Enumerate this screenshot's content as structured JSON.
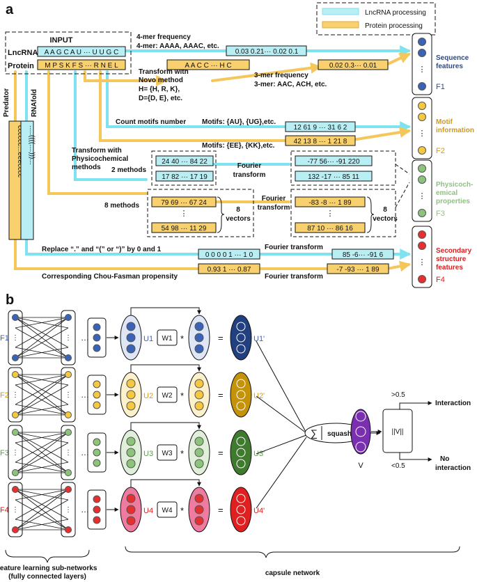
{
  "panel_a": {
    "label": "a",
    "legend": {
      "lnc": "LncRNA processing",
      "prot": "Protein processing"
    },
    "input": {
      "title": "INPUT",
      "lnc_label": "LncRNA",
      "lnc_seq": "A A G C A U ··· U U G C",
      "prot_label": "Protein",
      "prot_seq": "M P S K F S ··· R N E L"
    },
    "side": {
      "predator": "Predator",
      "rnafold": "RNAfold",
      "ss_prot": "cccccc...eeecccc",
      "ss_lnc": ".....((((....)))..."
    },
    "kmer4": {
      "title": "4-mer frequency",
      "examples": "4-mer: AAAA, AAAC, etc.",
      "vec": "0.03 0.21··· 0.02 0.1"
    },
    "novo": {
      "l1": "Transform with",
      "l2": "Novo method",
      "l3": "H= {H, R, K},",
      "l4": "D={D, E}, etc.",
      "vec": "A A C C ··· H C"
    },
    "kmer3": {
      "title": "3-mer frequency",
      "examples": "3-mer: AAC, ACH, etc.",
      "vec": "0.02 0.3··· 0.01"
    },
    "motif": {
      "count": "Count motifs number",
      "lnc_motifs": "Motifs: {AU}, {UG},etc.",
      "prot_motifs": "Motifs: {EE}, {KK},etc.",
      "lnc_vec": "12 61 9 ··· 31 6 2",
      "prot_vec": "42 13 8 ··· 1 21 8"
    },
    "physchem": {
      "l1": "Transform with",
      "l2": "Physicochemical",
      "l3": "methods",
      "lnc_count": "2 methods",
      "prot_count": "8 methods",
      "vectors": "8",
      "vectors_word": "vectors",
      "fourier": "Fourier",
      "transform": "transform",
      "lnc_in": [
        "24 40 ··· 84 22",
        "17 82 ··· 17 19"
      ],
      "lnc_out": [
        "-77 56··· -91 220",
        "132 -17 ··· 85 11"
      ],
      "prot_in": [
        "79 69 ··· 67 24",
        "54 98 ··· 11 29"
      ],
      "prot_out": [
        "-83 -8 ··· 1 89",
        "87 10 ··· 86 16"
      ],
      "vdots": "⋮"
    },
    "secondary": {
      "replace_a": "Replace “.” and “(” or “)” by 0 and 1",
      "chou": "Corresponding Chou-Fasman propensity",
      "lnc_vec": "0 0 0 0 1 ··· 1 0",
      "prot_vec": "0.93 1 ··· 0.87",
      "fourier": "Fourier transform",
      "lnc_out": "85 -6··· -91 6",
      "prot_out": "-7 -93 ··· 1 89"
    },
    "features": [
      {
        "name1": "Sequence",
        "name2": "features",
        "tag": "F1",
        "color": "#3a63b8",
        "text_color": "#2b4c8c"
      },
      {
        "name1": "Motif",
        "name2": "information",
        "tag": "F2",
        "color": "#f5c842",
        "text_color": "#d79a0c"
      },
      {
        "name1": "Physicoch-",
        "name2": "emical",
        "name3": "properties",
        "tag": "F3",
        "color": "#8bc47a",
        "text_color": "#8bc47a"
      },
      {
        "name1": "Secondary",
        "name2": "structure",
        "name3": "features",
        "tag": "F4",
        "color": "#e63030",
        "text_color": "#d81e1e"
      }
    ],
    "colors": {
      "cyan": "#b9eef4",
      "cyan_line": "#7fe3ef",
      "yellow": "#f8d06d",
      "yellow_line": "#f5c65a"
    }
  },
  "panel_b": {
    "label": "b",
    "ellipsis": "…",
    "rows": [
      {
        "f": "F1",
        "u": "U1",
        "w": "W1",
        "up": "U1'",
        "dot": "#3a63b8",
        "pale": "#dfe6f5",
        "dark": "#22407f",
        "text": "#3a63b8"
      },
      {
        "f": "F2",
        "u": "U2",
        "w": "W2",
        "up": "U2'",
        "dot": "#f5c842",
        "pale": "#fdf0cc",
        "dark": "#c4930a",
        "text": "#d79a0c"
      },
      {
        "f": "F3",
        "u": "U3",
        "w": "W3",
        "up": "U3'",
        "dot": "#8bc47a",
        "pale": "#e0efda",
        "dark": "#3f7a2e",
        "text": "#5f9a4d"
      },
      {
        "f": "F4",
        "u": "U4",
        "w": "W4",
        "up": "U4'",
        "dot": "#e63030",
        "pale": "#f07ba0",
        "dark": "#e02020",
        "text": "#d81e1e"
      }
    ],
    "mult": "*",
    "eq": "=",
    "sigma": "∑",
    "squashing": "squashing",
    "v": "V",
    "norm": "||V||",
    "gt": ">0.5",
    "lt": "<0.5",
    "interaction": "Interaction",
    "no": "No",
    "no_interaction": "interaction",
    "sub1": "feature learning sub-networks",
    "sub2": "(fully connected layers)",
    "capsule": "capsule network",
    "v_color": "#7a2fb0"
  }
}
